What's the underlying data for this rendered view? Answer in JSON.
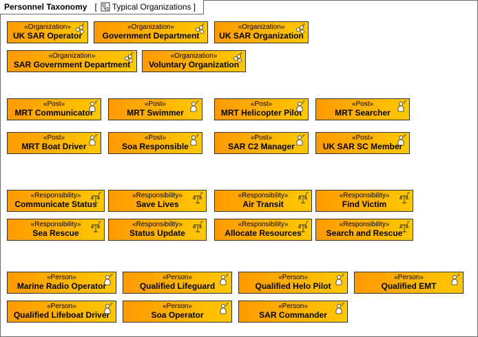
{
  "frame": {
    "title": "Personnel Taxonomy",
    "bracket_open": "[",
    "diagram_name": "Typical Organizations",
    "bracket_close": "]"
  },
  "colors": {
    "block_start": "#ff9a00",
    "block_end": "#ffc800",
    "border": "#333333"
  },
  "organizations": [
    {
      "stereotype": "«Organization»",
      "name": "UK SAR Operator",
      "icon": "organization-icon"
    },
    {
      "stereotype": "«Organization»",
      "name": "Government Department",
      "icon": "organization-icon"
    },
    {
      "stereotype": "«Organization»",
      "name": "UK SAR Organization",
      "icon": "organization-icon"
    },
    {
      "stereotype": "«Organization»",
      "name": "SAR Government Department",
      "icon": "organization-icon"
    },
    {
      "stereotype": "«Organization»",
      "name": "Voluntary Organization",
      "icon": "organization-icon"
    }
  ],
  "posts": [
    {
      "stereotype": "«Post»",
      "name": "MRT Communicator",
      "icon": "post-icon"
    },
    {
      "stereotype": "«Post»",
      "name": "MRT Swimmer",
      "icon": "post-icon"
    },
    {
      "stereotype": "«Post»",
      "name": "MRT Helicopter Pilot",
      "icon": "post-icon"
    },
    {
      "stereotype": "«Post»",
      "name": "MRT Searcher",
      "icon": "post-icon"
    },
    {
      "stereotype": "«Post»",
      "name": "MRT Boat Driver",
      "icon": "post-icon"
    },
    {
      "stereotype": "«Post»",
      "name": "Soa Responsible",
      "icon": "post-icon"
    },
    {
      "stereotype": "«Post»",
      "name": "SAR C2 Manager",
      "icon": "post-icon"
    },
    {
      "stereotype": "«Post»",
      "name": "UK SAR SC Member",
      "icon": "post-icon"
    }
  ],
  "responsibilities": [
    {
      "stereotype": "«Responsibility»",
      "name": "Communicate Status",
      "icon": "responsibility-icon"
    },
    {
      "stereotype": "«Responsibility»",
      "name": "Save Lives",
      "icon": "responsibility-icon"
    },
    {
      "stereotype": "«Responsibility»",
      "name": "Air Transit",
      "icon": "responsibility-icon"
    },
    {
      "stereotype": "«Responsibility»",
      "name": "Find Victim",
      "icon": "responsibility-icon"
    },
    {
      "stereotype": "«Responsibility»",
      "name": "Sea Rescue",
      "icon": "responsibility-icon"
    },
    {
      "stereotype": "«Responsibility»",
      "name": "Status Update",
      "icon": "responsibility-icon"
    },
    {
      "stereotype": "«Responsibility»",
      "name": "Allocate Resources",
      "icon": "responsibility-icon"
    },
    {
      "stereotype": "«Responsibility»",
      "name": "Search and Rescue",
      "icon": "responsibility-icon"
    }
  ],
  "persons": [
    {
      "stereotype": "«Person»",
      "name": "Marine Radio Operator",
      "icon": "person-icon"
    },
    {
      "stereotype": "«Person»",
      "name": "Qualified Lifeguard",
      "icon": "person-icon"
    },
    {
      "stereotype": "«Person»",
      "name": "Qualified Helo Pilot",
      "icon": "person-icon"
    },
    {
      "stereotype": "«Person»",
      "name": "Qualified EMT",
      "icon": "person-icon"
    },
    {
      "stereotype": "«Person»",
      "name": "Qualified Lifeboat Driver",
      "icon": "person-icon"
    },
    {
      "stereotype": "«Person»",
      "name": "Soa Operator",
      "icon": "person-icon"
    },
    {
      "stereotype": "«Person»",
      "name": "SAR Commander",
      "icon": "person-icon"
    }
  ]
}
